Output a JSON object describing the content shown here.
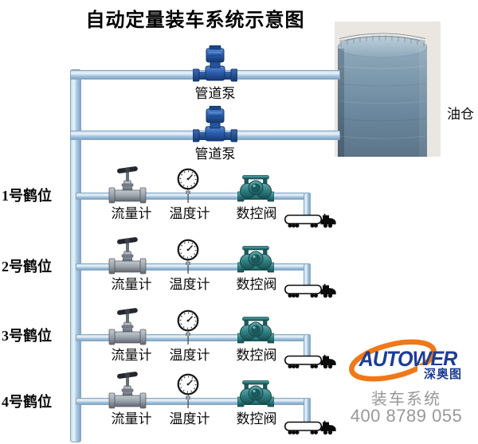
{
  "title": "自动定量装车系统示意图",
  "tank": {
    "label": "油仓"
  },
  "pumps": {
    "upper_label": "管道泵",
    "lower_label": "管道泵"
  },
  "rows": [
    {
      "label": "1号鹤位",
      "flow_meter": "流量计",
      "thermometer": "温度计",
      "valve": "数控阀"
    },
    {
      "label": "2号鹤位",
      "flow_meter": "流量计",
      "thermometer": "温度计",
      "valve": "数控阀"
    },
    {
      "label": "3号鹤位",
      "flow_meter": "流量计",
      "thermometer": "温度计",
      "valve": "数控阀"
    },
    {
      "label": "4号鹤位",
      "flow_meter": "流量计",
      "thermometer": "温度计",
      "valve": "数控阀"
    }
  ],
  "logo": {
    "brand": "AUTOWER",
    "brand_cn": "深奥图",
    "subtitle": "装车系统",
    "phone": "400 8789 055"
  },
  "icons": {
    "storage-tank-image": "photo of cylindrical oil silo",
    "pipeline-pump-icon": "vertical inline pump, navy blue",
    "flow-meter-icon": "gray gate-valve style flow meter",
    "thermometer-gauge-icon": "round dial gauge on stem",
    "control-valve-icon": "teal digital control valve",
    "tanker-truck-icon": "black and white tank semi-truck",
    "logo-swoosh-icon": "orange elliptical orbit swoosh"
  },
  "colors": {
    "pipe_light": "#ecf4fa",
    "pipe_mid": "#a9c8e1",
    "pipe_dark": "#7fa6c6",
    "pump_navy": "#2b5fae",
    "valve_teal": "#2e7d80",
    "brand_navy": "#1c3d96",
    "brand_orange": "#f07818",
    "gray_text": "#989898",
    "label_black": "#0a0a0a"
  }
}
